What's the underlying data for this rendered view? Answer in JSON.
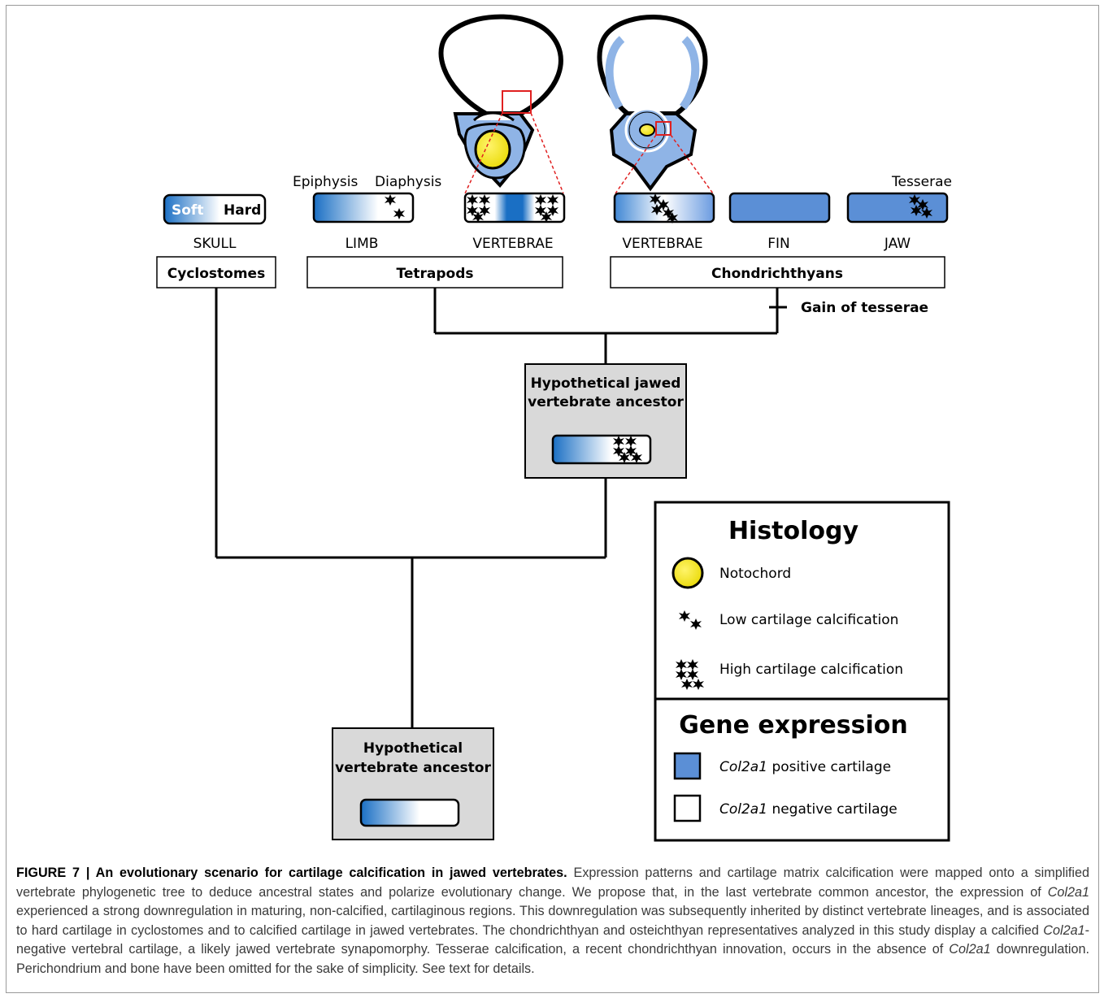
{
  "figure": {
    "cross_section_left": {},
    "cross_section_right": {},
    "bar_soft": "Soft",
    "bar_hard": "Hard",
    "label_epiphysis": "Epiphysis",
    "label_diaphysis": "Diaphysis",
    "label_tesserae": "Tesserae",
    "tissues": [
      "SKULL",
      "LIMB",
      "VERTEBRAE",
      "VERTEBRAE",
      "FIN",
      "JAW"
    ],
    "groups": {
      "cyclostomes": "Cyclostomes",
      "tetrapods": "Tetrapods",
      "chondrichthyans": "Chondrichthyans"
    },
    "gain_of_tesserae": "Gain of tesserae",
    "jawed_ancestor": [
      "Hypothetical jawed",
      "vertebrate ancestor"
    ],
    "vertebrate_ancestor": [
      "Hypothetical",
      "vertebrate ancestor"
    ]
  },
  "legend": {
    "histology_title": "Histology",
    "notochord": "Notochord",
    "low_calc": "Low cartilage calcification",
    "high_calc": "High cartilage calcification",
    "gene_title": "Gene expression",
    "gene_italic": "Col2a1",
    "positive": " positive cartilage",
    "negative": " negative cartilage"
  },
  "colors": {
    "cartilage_blue": "#5b8fd6",
    "deep_blue": "#1565c0",
    "notochord_yellow": "#f5e800",
    "box_grey": "#d9d9d9",
    "zoom_red": "#e02020"
  },
  "caption": {
    "label": "FIGURE 7 | ",
    "title": "An evolutionary scenario for cartilage calcification in jawed vertebrates.",
    "t1": " Expression patterns and cartilage matrix calcification were mapped onto a simplified vertebrate phylogenetic tree to deduce ancestral states and polarize evolutionary change. We propose that, in the last vertebrate common ancestor, the expression of ",
    "g1": "Col2a1",
    "t2": " experienced a strong downregulation in maturing, non-calcified, cartilaginous regions. This downregulation was subsequently inherited by distinct vertebrate lineages, and is associated to hard cartilage in cyclostomes and to calcified cartilage in jawed vertebrates. The chondrichthyan and osteichthyan representatives analyzed in this study display a calcified ",
    "g2": "Col2a1",
    "t3": "-negative vertebral cartilage, a likely jawed vertebrate synapomorphy. Tesserae calcification, a recent chondrichthyan innovation, occurs in the absence of ",
    "g3": "Col2a1",
    "t4": " downregulation. Perichondrium and bone have been omitted for the sake of simplicity. See text for details."
  }
}
